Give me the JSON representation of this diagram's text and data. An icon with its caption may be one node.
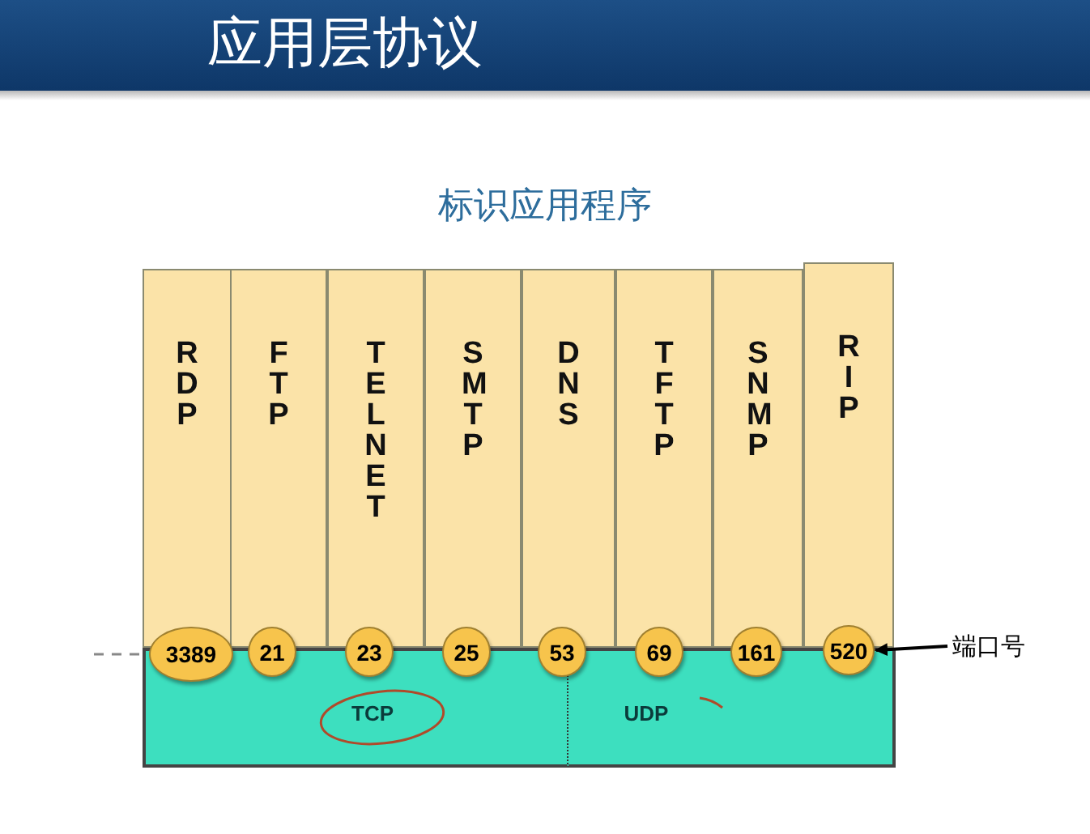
{
  "diagram": {
    "title": "应用层协议",
    "nodes": [
      {
        "text": [
          "RDP"
        ]
      },
      {
        "text": [
          "FTP"
        ]
      },
      {
        "text": [
          "TELNET"
        ]
      },
      {
        "text": [
          "SMTP"
        ]
      },
      {
        "text": [
          "DNS"
        ]
      },
      {
        "text": [
          "TFTP"
        ]
      },
      {
        "text": [
          "SNMP"
        ]
      },
      {
        "text": [
          "RIP"
        ]
      },
      {
        "text": [
          "3389"
        ]
      },
      {
        "text": [
          "21"
        ]
      },
      {
        "text": [
          "23"
        ]
      },
      {
        "text": [
          "25"
        ]
      },
      {
        "text": [
          "53"
        ]
      },
      {
        "text": [
          "69"
        ]
      },
      {
        "text": [
          "161"
        ]
      },
      {
        "text": [
          "520"
        ]
      },
      {
        "text": [
          "TCP"
        ]
      },
      {
        "text": [
          "UDP"
        ]
      },
      {
        "text": [
          "端口号"
        ]
      }
    ],
    "edges": [
      {
        "from": 18,
        "to": 15,
        "arrow": "to"
      }
    ],
    "labels": [
      "标识应用程序"
    ]
  }
}
